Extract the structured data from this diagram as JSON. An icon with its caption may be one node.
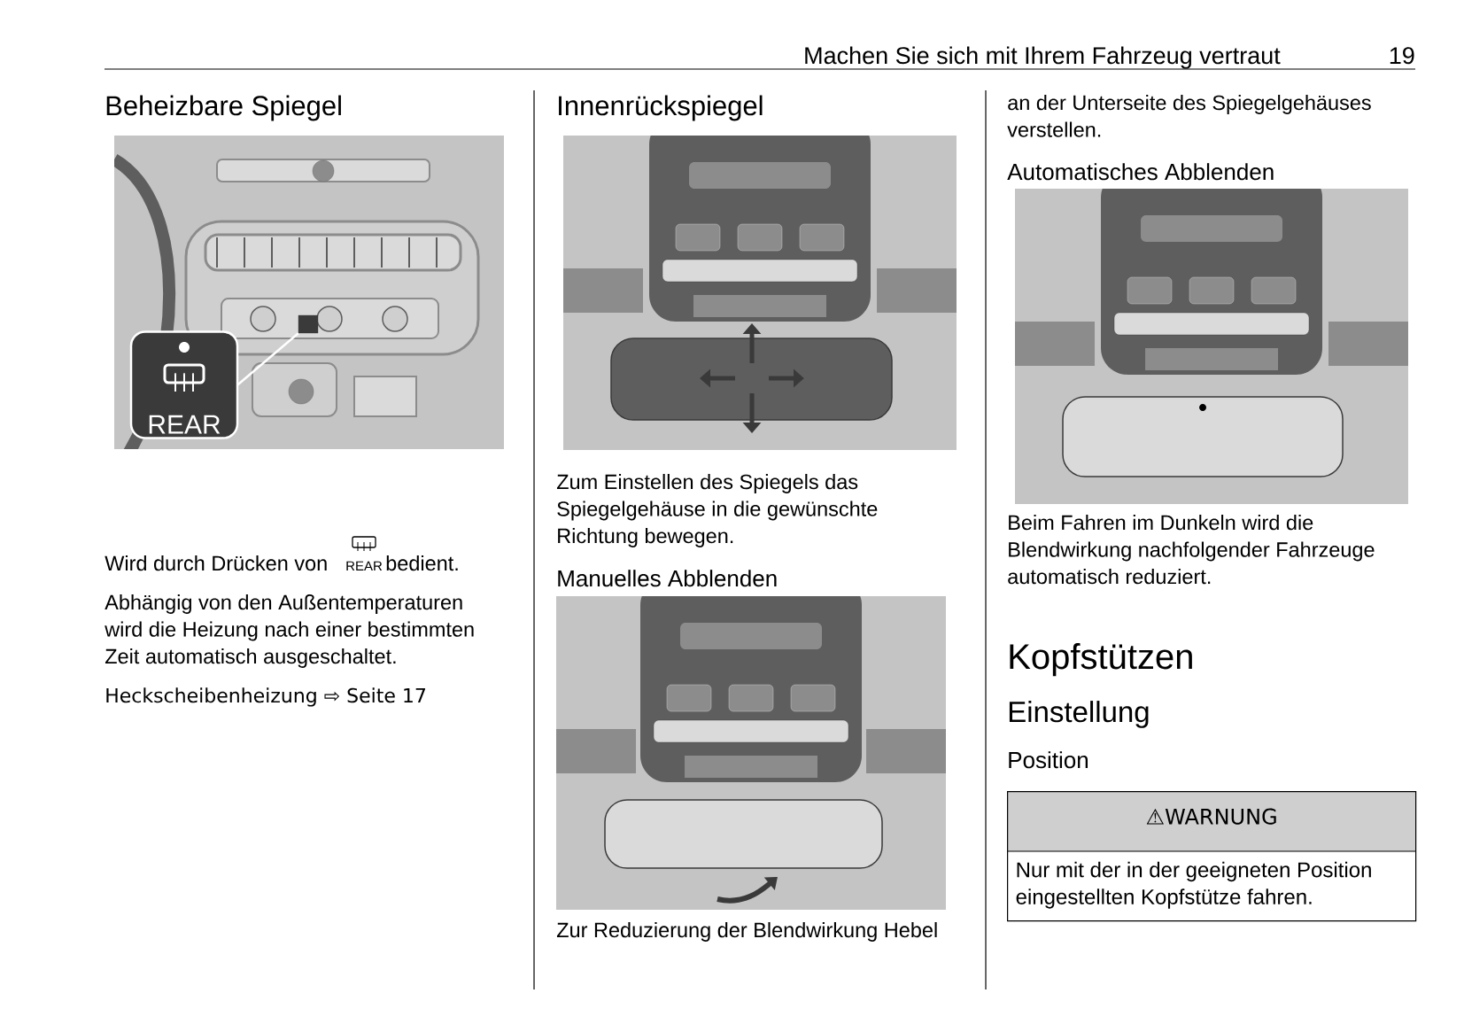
{
  "diagram": {
    "nodes": [
      {
        "text": [
          "REAR"
        ]
      },
      {
        "text": [],
        "shape": "box"
      },
      {
        "text": [
          "⚠WARNUNG",
          "Nur mit der in der geeigneten Position eingestellten Kopfstütze fahren."
        ]
      }
    ],
    "edges": [
      {
        "from": 0,
        "to": 1,
        "arrow": "none"
      }
    ],
    "labels": [
      "Machen Sie sich mit Ihrem Fahrzeug vertraut",
      "19",
      "Beheizbare Spiegel",
      "Wird durch Drücken von",
      "REAR",
      "bedient.",
      "Abhängig von den Außentemperaturen wird die Heizung nach einer bestimmten Zeit automatisch ausgeschaltet.",
      "Heckscheibenheizung ⇨ Seite 17",
      "Innenrückspiegel",
      "Zum Einstellen des Spiegels das Spiegelgehäuse in die gewünschte Richtung bewegen.",
      "Manuelles Abblenden",
      "Zur Reduzierung der Blendwirkung Hebel",
      "an der Unterseite des Spiegelgehäuses verstellen.",
      "Automatisches Abblenden",
      "Beim Fahren im Dunkeln wird die Blendwirkung nachfolgender Fahrzeuge automatisch reduziert.",
      "Kopfstützen",
      "Einstellung",
      "Position"
    ]
  }
}
